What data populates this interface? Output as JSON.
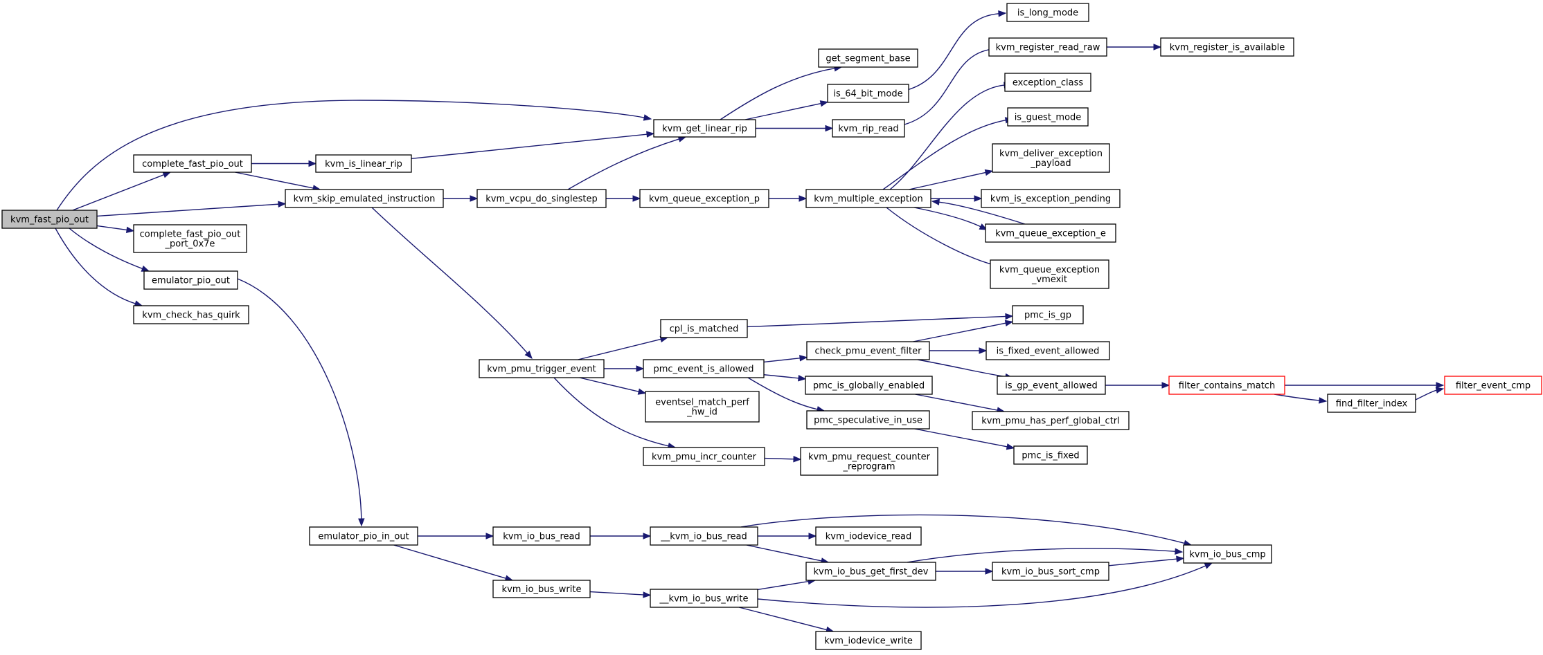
{
  "colors": {
    "edge": "#191970",
    "root_fill": "#bfbfbf",
    "missing_border": "#ff0000",
    "node_border": "#000000"
  },
  "nodes": [
    {
      "id": "kvm_fast_pio_out",
      "lines": [
        "kvm_fast_pio_out"
      ],
      "style": "root"
    },
    {
      "id": "complete_fast_pio_out",
      "lines": [
        "complete_fast_pio_out"
      ]
    },
    {
      "id": "kvm_skip_emulated_instruction",
      "lines": [
        "kvm_skip_emulated_instruction"
      ]
    },
    {
      "id": "complete_fast_pio_out_port_0x7e",
      "lines": [
        "complete_fast_pio_out",
        "_port_0x7e"
      ]
    },
    {
      "id": "emulator_pio_out",
      "lines": [
        "emulator_pio_out"
      ]
    },
    {
      "id": "kvm_check_has_quirk",
      "lines": [
        "kvm_check_has_quirk"
      ]
    },
    {
      "id": "kvm_is_linear_rip",
      "lines": [
        "kvm_is_linear_rip"
      ]
    },
    {
      "id": "kvm_get_linear_rip",
      "lines": [
        "kvm_get_linear_rip"
      ]
    },
    {
      "id": "kvm_vcpu_do_singlestep",
      "lines": [
        "kvm_vcpu_do_singlestep"
      ]
    },
    {
      "id": "kvm_pmu_trigger_event",
      "lines": [
        "kvm_pmu_trigger_event"
      ]
    },
    {
      "id": "emulator_pio_in_out",
      "lines": [
        "emulator_pio_in_out"
      ]
    },
    {
      "id": "get_segment_base",
      "lines": [
        "get_segment_base"
      ]
    },
    {
      "id": "is_64_bit_mode",
      "lines": [
        "is_64_bit_mode"
      ]
    },
    {
      "id": "kvm_rip_read",
      "lines": [
        "kvm_rip_read"
      ]
    },
    {
      "id": "is_long_mode",
      "lines": [
        "is_long_mode"
      ]
    },
    {
      "id": "kvm_register_read_raw",
      "lines": [
        "kvm_register_read_raw"
      ]
    },
    {
      "id": "kvm_register_is_available",
      "lines": [
        "kvm_register_is_available"
      ]
    },
    {
      "id": "kvm_queue_exception_p",
      "lines": [
        "kvm_queue_exception_p"
      ]
    },
    {
      "id": "kvm_multiple_exception",
      "lines": [
        "kvm_multiple_exception"
      ]
    },
    {
      "id": "exception_class",
      "lines": [
        "exception_class"
      ]
    },
    {
      "id": "is_guest_mode",
      "lines": [
        "is_guest_mode"
      ]
    },
    {
      "id": "kvm_deliver_exception_payload",
      "lines": [
        "kvm_deliver_exception",
        "_payload"
      ]
    },
    {
      "id": "kvm_is_exception_pending",
      "lines": [
        "kvm_is_exception_pending"
      ]
    },
    {
      "id": "kvm_queue_exception_e",
      "lines": [
        "kvm_queue_exception_e"
      ]
    },
    {
      "id": "kvm_queue_exception_vmexit",
      "lines": [
        "kvm_queue_exception",
        "_vmexit"
      ]
    },
    {
      "id": "cpl_is_matched",
      "lines": [
        "cpl_is_matched"
      ]
    },
    {
      "id": "pmc_event_is_allowed",
      "lines": [
        "pmc_event_is_allowed"
      ]
    },
    {
      "id": "eventsel_match_perf_hw_id",
      "lines": [
        "eventsel_match_perf",
        "_hw_id"
      ]
    },
    {
      "id": "kvm_pmu_incr_counter",
      "lines": [
        "kvm_pmu_incr_counter"
      ]
    },
    {
      "id": "pmc_is_gp",
      "lines": [
        "pmc_is_gp"
      ]
    },
    {
      "id": "check_pmu_event_filter",
      "lines": [
        "check_pmu_event_filter"
      ]
    },
    {
      "id": "pmc_is_globally_enabled",
      "lines": [
        "pmc_is_globally_enabled"
      ]
    },
    {
      "id": "pmc_speculative_in_use",
      "lines": [
        "pmc_speculative_in_use"
      ]
    },
    {
      "id": "kvm_pmu_request_counter_reprogram",
      "lines": [
        "kvm_pmu_request_counter",
        "_reprogram"
      ]
    },
    {
      "id": "is_fixed_event_allowed",
      "lines": [
        "is_fixed_event_allowed"
      ]
    },
    {
      "id": "is_gp_event_allowed",
      "lines": [
        "is_gp_event_allowed"
      ]
    },
    {
      "id": "kvm_pmu_has_perf_global_ctrl",
      "lines": [
        "kvm_pmu_has_perf_global_ctrl"
      ]
    },
    {
      "id": "pmc_is_fixed",
      "lines": [
        "pmc_is_fixed"
      ]
    },
    {
      "id": "filter_contains_match",
      "lines": [
        "filter_contains_match"
      ],
      "style": "missing"
    },
    {
      "id": "find_filter_index",
      "lines": [
        "find_filter_index"
      ]
    },
    {
      "id": "filter_event_cmp",
      "lines": [
        "filter_event_cmp"
      ],
      "style": "missing"
    },
    {
      "id": "kvm_io_bus_read",
      "lines": [
        "kvm_io_bus_read"
      ]
    },
    {
      "id": "kvm_io_bus_write",
      "lines": [
        "kvm_io_bus_write"
      ]
    },
    {
      "id": "__kvm_io_bus_read",
      "lines": [
        "__kvm_io_bus_read"
      ]
    },
    {
      "id": "__kvm_io_bus_write",
      "lines": [
        "__kvm_io_bus_write"
      ]
    },
    {
      "id": "kvm_iodevice_read",
      "lines": [
        "kvm_iodevice_read"
      ]
    },
    {
      "id": "kvm_io_bus_get_first_dev",
      "lines": [
        "kvm_io_bus_get_first_dev"
      ]
    },
    {
      "id": "kvm_io_bus_sort_cmp",
      "lines": [
        "kvm_io_bus_sort_cmp"
      ]
    },
    {
      "id": "kvm_io_bus_cmp",
      "lines": [
        "kvm_io_bus_cmp"
      ]
    },
    {
      "id": "kvm_iodevice_write",
      "lines": [
        "kvm_iodevice_write"
      ]
    }
  ],
  "edges": [
    [
      "kvm_fast_pio_out",
      "kvm_get_linear_rip"
    ],
    [
      "kvm_fast_pio_out",
      "complete_fast_pio_out"
    ],
    [
      "kvm_fast_pio_out",
      "kvm_skip_emulated_instruction"
    ],
    [
      "kvm_fast_pio_out",
      "complete_fast_pio_out_port_0x7e"
    ],
    [
      "kvm_fast_pio_out",
      "emulator_pio_out"
    ],
    [
      "kvm_fast_pio_out",
      "kvm_check_has_quirk"
    ],
    [
      "complete_fast_pio_out",
      "kvm_is_linear_rip"
    ],
    [
      "complete_fast_pio_out",
      "kvm_skip_emulated_instruction"
    ],
    [
      "kvm_is_linear_rip",
      "kvm_get_linear_rip"
    ],
    [
      "kvm_skip_emulated_instruction",
      "kvm_vcpu_do_singlestep"
    ],
    [
      "kvm_skip_emulated_instruction",
      "kvm_pmu_trigger_event"
    ],
    [
      "kvm_vcpu_do_singlestep",
      "kvm_get_linear_rip"
    ],
    [
      "kvm_vcpu_do_singlestep",
      "kvm_queue_exception_p"
    ],
    [
      "kvm_get_linear_rip",
      "get_segment_base"
    ],
    [
      "kvm_get_linear_rip",
      "is_64_bit_mode"
    ],
    [
      "kvm_get_linear_rip",
      "kvm_rip_read"
    ],
    [
      "is_64_bit_mode",
      "is_long_mode"
    ],
    [
      "kvm_rip_read",
      "kvm_register_read_raw"
    ],
    [
      "kvm_register_read_raw",
      "kvm_register_is_available"
    ],
    [
      "kvm_queue_exception_p",
      "kvm_multiple_exception"
    ],
    [
      "kvm_multiple_exception",
      "exception_class"
    ],
    [
      "kvm_multiple_exception",
      "is_guest_mode"
    ],
    [
      "kvm_multiple_exception",
      "kvm_deliver_exception_payload"
    ],
    [
      "kvm_multiple_exception",
      "kvm_is_exception_pending"
    ],
    [
      "kvm_multiple_exception",
      "kvm_queue_exception_e"
    ],
    [
      "kvm_queue_exception_e",
      "kvm_multiple_exception"
    ],
    [
      "kvm_multiple_exception",
      "kvm_queue_exception_vmexit"
    ],
    [
      "emulator_pio_out",
      "emulator_pio_in_out"
    ],
    [
      "kvm_pmu_trigger_event",
      "cpl_is_matched"
    ],
    [
      "kvm_pmu_trigger_event",
      "pmc_event_is_allowed"
    ],
    [
      "kvm_pmu_trigger_event",
      "eventsel_match_perf_hw_id"
    ],
    [
      "kvm_pmu_trigger_event",
      "kvm_pmu_incr_counter"
    ],
    [
      "cpl_is_matched",
      "pmc_is_gp"
    ],
    [
      "pmc_event_is_allowed",
      "check_pmu_event_filter"
    ],
    [
      "pmc_event_is_allowed",
      "pmc_is_globally_enabled"
    ],
    [
      "pmc_event_is_allowed",
      "pmc_speculative_in_use"
    ],
    [
      "check_pmu_event_filter",
      "pmc_is_gp"
    ],
    [
      "check_pmu_event_filter",
      "is_fixed_event_allowed"
    ],
    [
      "check_pmu_event_filter",
      "is_gp_event_allowed"
    ],
    [
      "pmc_is_globally_enabled",
      "kvm_pmu_has_perf_global_ctrl"
    ],
    [
      "pmc_speculative_in_use",
      "pmc_is_fixed"
    ],
    [
      "kvm_pmu_incr_counter",
      "kvm_pmu_request_counter_reprogram"
    ],
    [
      "is_gp_event_allowed",
      "filter_contains_match"
    ],
    [
      "filter_contains_match",
      "filter_event_cmp"
    ],
    [
      "filter_contains_match",
      "find_filter_index"
    ],
    [
      "find_filter_index",
      "filter_event_cmp"
    ],
    [
      "emulator_pio_in_out",
      "kvm_io_bus_read"
    ],
    [
      "emulator_pio_in_out",
      "kvm_io_bus_write"
    ],
    [
      "kvm_io_bus_read",
      "__kvm_io_bus_read"
    ],
    [
      "kvm_io_bus_write",
      "__kvm_io_bus_write"
    ],
    [
      "__kvm_io_bus_read",
      "kvm_iodevice_read"
    ],
    [
      "__kvm_io_bus_read",
      "kvm_io_bus_get_first_dev"
    ],
    [
      "__kvm_io_bus_read",
      "kvm_io_bus_cmp"
    ],
    [
      "__kvm_io_bus_write",
      "kvm_io_bus_get_first_dev"
    ],
    [
      "__kvm_io_bus_write",
      "kvm_io_bus_cmp"
    ],
    [
      "__kvm_io_bus_write",
      "kvm_iodevice_write"
    ],
    [
      "kvm_io_bus_get_first_dev",
      "kvm_io_bus_sort_cmp"
    ],
    [
      "kvm_io_bus_get_first_dev",
      "kvm_io_bus_cmp"
    ],
    [
      "kvm_io_bus_sort_cmp",
      "kvm_io_bus_cmp"
    ]
  ]
}
